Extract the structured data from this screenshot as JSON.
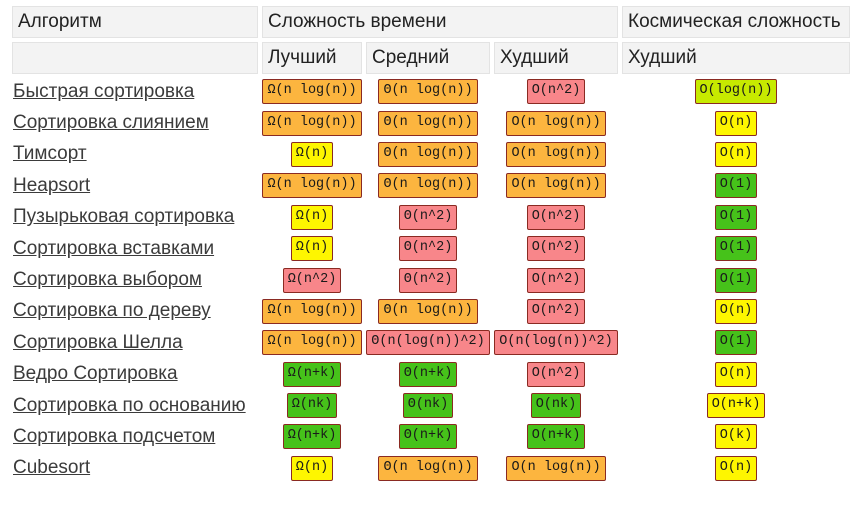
{
  "header": {
    "algorithm": "Алгоритм",
    "time_complexity": "Сложность времени",
    "space_complexity": "Космическая сложность",
    "best": "Лучший",
    "average": "Средний",
    "worst": "Худший",
    "space_worst": "Худший"
  },
  "colors": {
    "orange": "#fcb53f",
    "red": "#f8868a",
    "yellow": "#fef600",
    "green": "#46c21a",
    "lime": "#c7ea00"
  },
  "rows": [
    {
      "name": "Быстрая сортировка",
      "best": {
        "v": "Ω(n log(n))",
        "c": "orange"
      },
      "avg": {
        "v": "Θ(n log(n))",
        "c": "orange"
      },
      "worst": {
        "v": "O(n^2)",
        "c": "red"
      },
      "space": {
        "v": "O(log(n))",
        "c": "lime"
      }
    },
    {
      "name": "Сортировка слиянием",
      "best": {
        "v": "Ω(n log(n))",
        "c": "orange"
      },
      "avg": {
        "v": "Θ(n log(n))",
        "c": "orange"
      },
      "worst": {
        "v": "O(n log(n))",
        "c": "orange"
      },
      "space": {
        "v": "O(n)",
        "c": "yellow"
      }
    },
    {
      "name": "Тимсорт",
      "best": {
        "v": "Ω(n)",
        "c": "yellow"
      },
      "avg": {
        "v": "Θ(n log(n))",
        "c": "orange"
      },
      "worst": {
        "v": "O(n log(n))",
        "c": "orange"
      },
      "space": {
        "v": "O(n)",
        "c": "yellow"
      }
    },
    {
      "name": "Heapsort",
      "best": {
        "v": "Ω(n log(n))",
        "c": "orange"
      },
      "avg": {
        "v": "Θ(n log(n))",
        "c": "orange"
      },
      "worst": {
        "v": "O(n log(n))",
        "c": "orange"
      },
      "space": {
        "v": "O(1)",
        "c": "green"
      }
    },
    {
      "name": "Пузырьковая сортировка",
      "best": {
        "v": "Ω(n)",
        "c": "yellow"
      },
      "avg": {
        "v": "Θ(n^2)",
        "c": "red"
      },
      "worst": {
        "v": "O(n^2)",
        "c": "red"
      },
      "space": {
        "v": "O(1)",
        "c": "green"
      }
    },
    {
      "name": "Сортировка вставками",
      "best": {
        "v": "Ω(n)",
        "c": "yellow"
      },
      "avg": {
        "v": "Θ(n^2)",
        "c": "red"
      },
      "worst": {
        "v": "O(n^2)",
        "c": "red"
      },
      "space": {
        "v": "O(1)",
        "c": "green"
      }
    },
    {
      "name": "Сортировка выбором",
      "best": {
        "v": "Ω(n^2)",
        "c": "red"
      },
      "avg": {
        "v": "Θ(n^2)",
        "c": "red"
      },
      "worst": {
        "v": "O(n^2)",
        "c": "red"
      },
      "space": {
        "v": "O(1)",
        "c": "green"
      }
    },
    {
      "name": "Сортировка по дереву",
      "best": {
        "v": "Ω(n log(n))",
        "c": "orange"
      },
      "avg": {
        "v": "Θ(n log(n))",
        "c": "orange"
      },
      "worst": {
        "v": "O(n^2)",
        "c": "red"
      },
      "space": {
        "v": "O(n)",
        "c": "yellow"
      }
    },
    {
      "name": "Сортировка Шелла",
      "best": {
        "v": "Ω(n log(n))",
        "c": "orange"
      },
      "avg": {
        "v": "Θ(n(log(n))^2)",
        "c": "red"
      },
      "worst": {
        "v": "O(n(log(n))^2)",
        "c": "red"
      },
      "space": {
        "v": "O(1)",
        "c": "green"
      }
    },
    {
      "name": "Ведро Сортировка",
      "best": {
        "v": "Ω(n+k)",
        "c": "green"
      },
      "avg": {
        "v": "Θ(n+k)",
        "c": "green"
      },
      "worst": {
        "v": "O(n^2)",
        "c": "red"
      },
      "space": {
        "v": "O(n)",
        "c": "yellow"
      }
    },
    {
      "name": "Сортировка по основанию",
      "best": {
        "v": "Ω(nk)",
        "c": "green"
      },
      "avg": {
        "v": "Θ(nk)",
        "c": "green"
      },
      "worst": {
        "v": "O(nk)",
        "c": "green"
      },
      "space": {
        "v": "O(n+k)",
        "c": "yellow"
      }
    },
    {
      "name": "Сортировка подсчетом",
      "best": {
        "v": "Ω(n+k)",
        "c": "green"
      },
      "avg": {
        "v": "Θ(n+k)",
        "c": "green"
      },
      "worst": {
        "v": "O(n+k)",
        "c": "green"
      },
      "space": {
        "v": "O(k)",
        "c": "yellow"
      }
    },
    {
      "name": "Cubesort",
      "best": {
        "v": "Ω(n)",
        "c": "yellow"
      },
      "avg": {
        "v": "Θ(n log(n))",
        "c": "orange"
      },
      "worst": {
        "v": "O(n log(n))",
        "c": "orange"
      },
      "space": {
        "v": "O(n)",
        "c": "yellow"
      }
    }
  ]
}
